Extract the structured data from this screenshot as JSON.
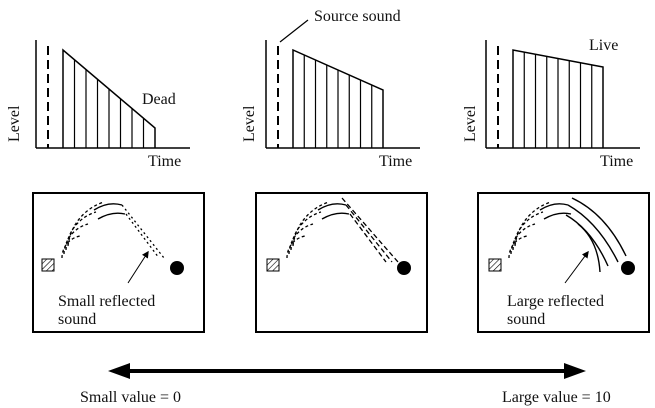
{
  "graphs": [
    {
      "y_label": "Level",
      "x_label": "Time",
      "annotation": "Dead",
      "decay": "fast"
    },
    {
      "y_label": "Level",
      "x_label": "Time",
      "annotation": "Source sound",
      "decay": "medium"
    },
    {
      "y_label": "Level",
      "x_label": "Time",
      "annotation": "Live",
      "decay": "slow"
    }
  ],
  "rooms": [
    {
      "caption_line1": "Small reflected",
      "caption_line2": "sound",
      "reflection": "small"
    },
    {
      "caption_line1": "",
      "caption_line2": "",
      "reflection": "medium"
    },
    {
      "caption_line1": "Large reflected",
      "caption_line2": "sound",
      "reflection": "large"
    }
  ],
  "scale": {
    "left_label": "Small value = 0",
    "right_label": "Large value = 10",
    "min": 0,
    "max": 10
  }
}
